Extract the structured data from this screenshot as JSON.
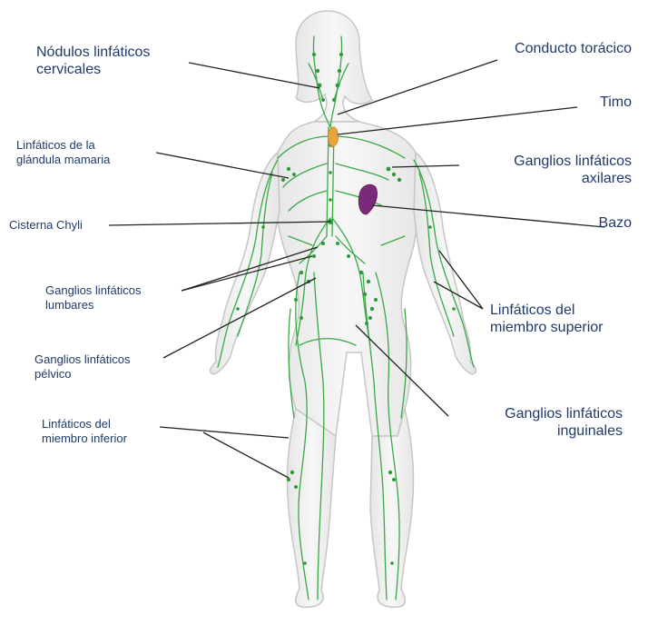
{
  "diagram": {
    "labels": {
      "nodulos_cervicales": [
        "Nódulos linfáticos",
        "cervicales"
      ],
      "conducto_toracico": [
        "Conducto torácico"
      ],
      "timo": [
        "Timo"
      ],
      "glandula_mamaria": [
        "Linfáticos de la",
        "glándula mamaria"
      ],
      "ganglios_axilares": [
        "Ganglios linfáticos",
        "axilares"
      ],
      "cisterna_chyli": [
        "Cisterna Chyli"
      ],
      "bazo": [
        "Bazo"
      ],
      "ganglios_lumbares": [
        "Ganglios linfáticos",
        "lumbares"
      ],
      "miembro_superior": [
        "Linfáticos del",
        "miembro superior"
      ],
      "ganglios_pelvico": [
        "Ganglios linfáticos",
        "pélvico"
      ],
      "ganglios_inguinales": [
        "Ganglios linfáticos",
        "inguinales"
      ],
      "miembro_inferior": [
        "Linfáticos del",
        "miembro inferior"
      ]
    },
    "colors": {
      "label_text": "#1f3a68",
      "leader_line": "#222222",
      "lymph_vessel": "#39a845",
      "lymph_node": "#2e9a3a",
      "body_outline": "#c8c8c8",
      "body_fill": "#f2f2f2",
      "thymus": "#e8a33a",
      "spleen": "#7a2a7a"
    }
  }
}
